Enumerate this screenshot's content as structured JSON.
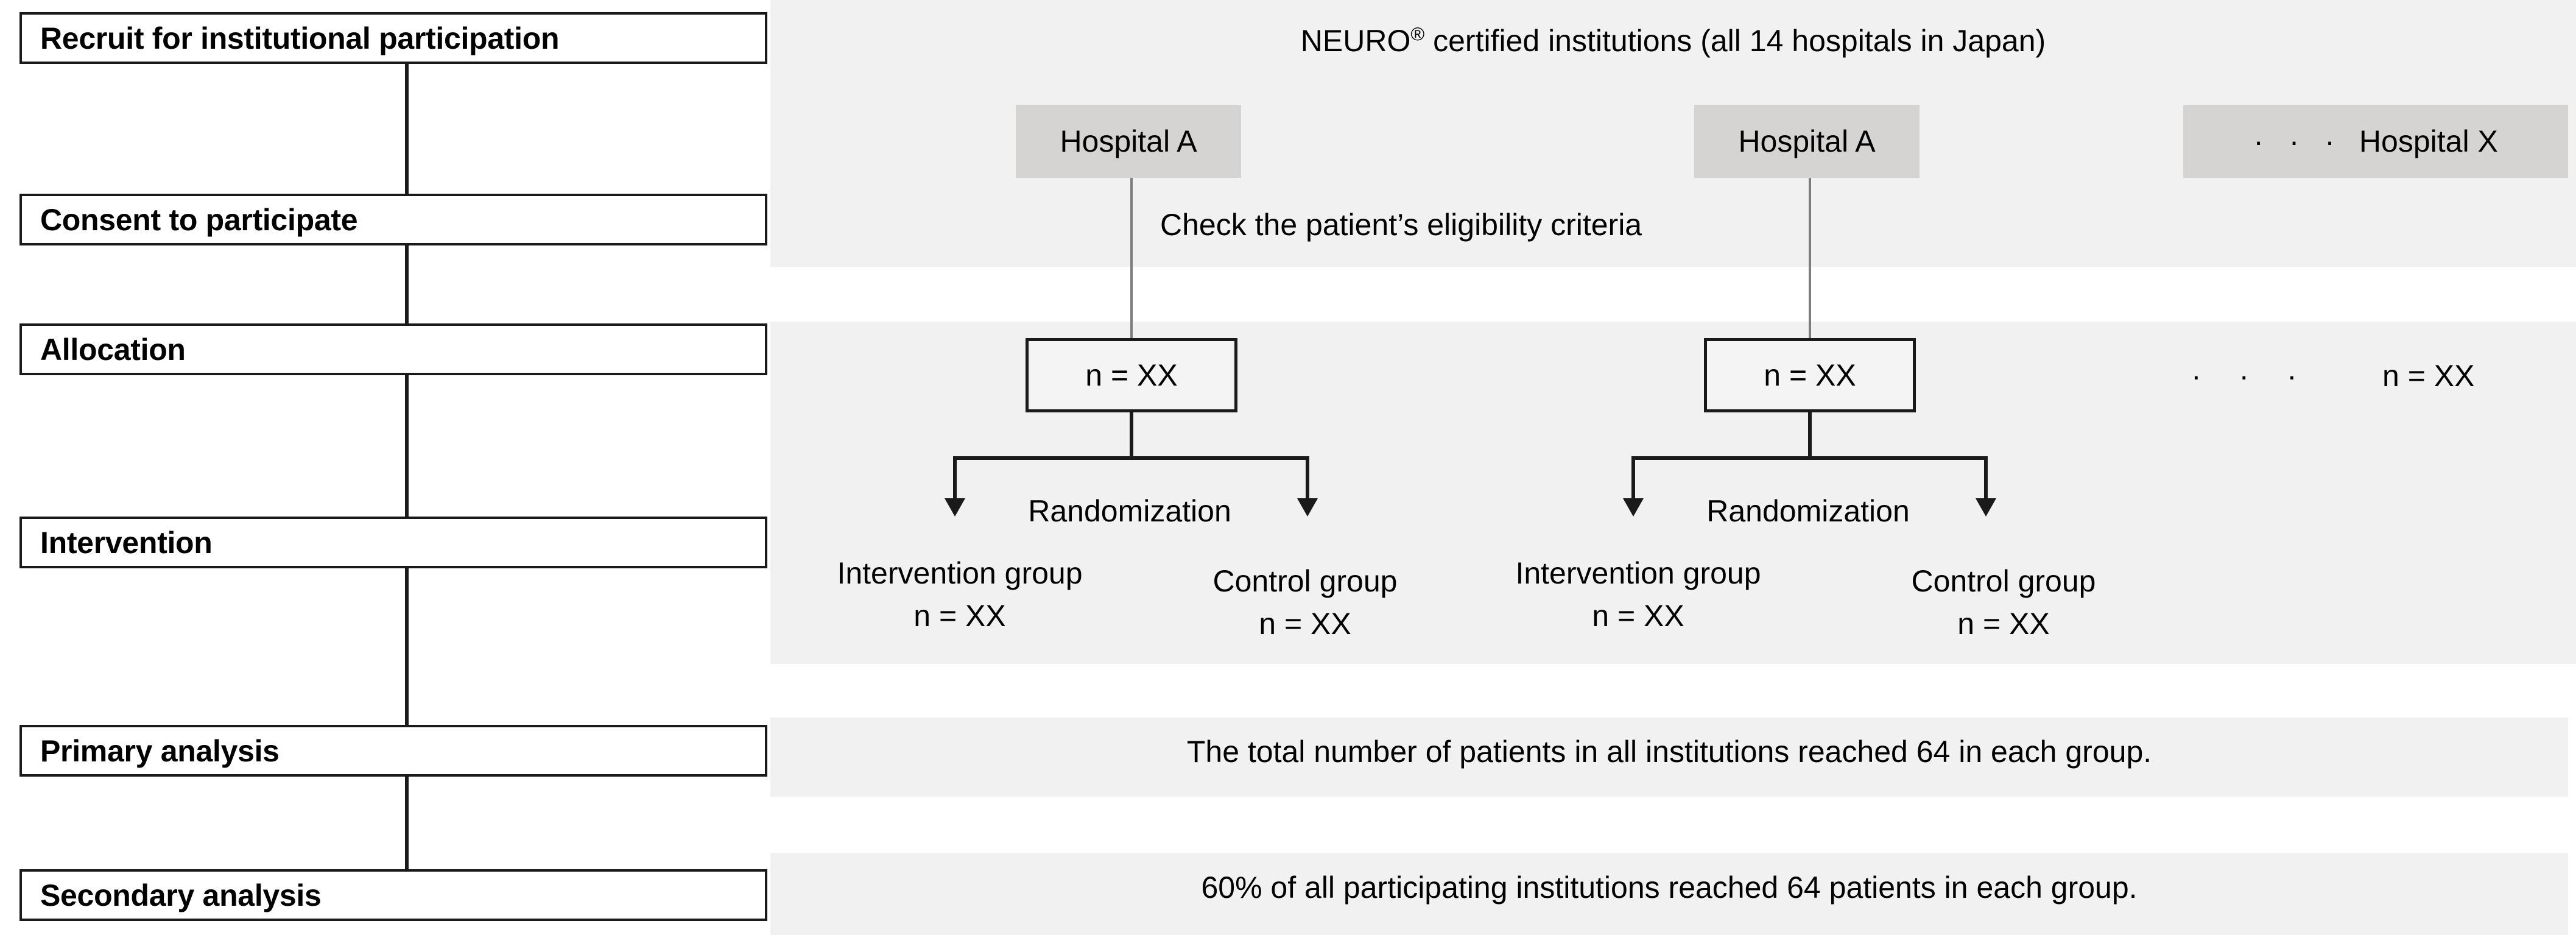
{
  "stages": [
    {
      "label": "Recruit for institutional participation"
    },
    {
      "label": "Consent to participate"
    },
    {
      "label": "Allocation"
    },
    {
      "label": "Intervention"
    },
    {
      "label": "Primary analysis"
    },
    {
      "label": "Secondary analysis"
    }
  ],
  "header": {
    "prefix": "NEURO",
    "registered_mark": "®",
    "suffix": " certified institutions (all 14 hospitals in Japan)"
  },
  "hospitals": [
    {
      "label": "Hospital A"
    },
    {
      "label": "Hospital A"
    },
    {
      "dots": "· · ·",
      "label": "Hospital X"
    }
  ],
  "eligibility_note": "Check the patient’s eligibility criteria",
  "allocation": {
    "site_counts": [
      "n = XX",
      "n = XX"
    ],
    "ellipsis": "· · ·",
    "trailing_count": "n = XX"
  },
  "randomization": {
    "label": "Randomization",
    "arms": [
      {
        "name": "Intervention group",
        "n": "n = XX"
      },
      {
        "name": "Control group",
        "n": "n = XX"
      }
    ]
  },
  "analysis": {
    "primary_text": "The total number of patients in all institutions reached 64 in each group.",
    "secondary_text": "60% of all participating institutions reached 64 patients in each group."
  },
  "colors": {
    "band": "#f1f1f1",
    "hospital_chip": "#d6d3d3",
    "stroke": "#1a1a1a",
    "thin_stroke": "#7d7d7d",
    "page": "#ffffff"
  }
}
